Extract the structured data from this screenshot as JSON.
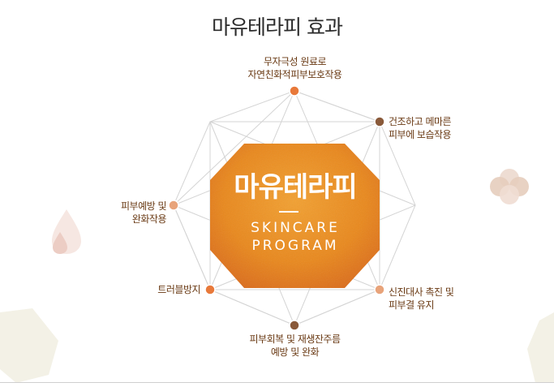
{
  "title": "마유테라피 효과",
  "center": {
    "name": "마유테라피",
    "sub_line1": "SKINCARE",
    "sub_line2": "PROGRAM"
  },
  "effects": [
    {
      "line1": "무자극성 원료로",
      "line2": "자연친화적피부보호작용",
      "dot_color": "#e8793a"
    },
    {
      "line1": "건조하고 메마른",
      "line2": "피부에 보습작용",
      "dot_color": "#8a5a3a"
    },
    {
      "line1": "신진대사 촉진 및",
      "line2": "피부결 유지",
      "dot_color": "#e8a37a"
    },
    {
      "line1": "피부회복 및 재생잔주름",
      "line2": "예방 및 완화",
      "dot_color": "#8a5a3a"
    },
    {
      "line1": "트러블방지",
      "line2": "",
      "dot_color": "#e8793a"
    },
    {
      "line1": "피부예방 및",
      "line2": "완화작용",
      "dot_color": "#e8a37a"
    }
  ],
  "colors": {
    "octagon": "#e8881c",
    "grid_line": "#d6d6d6",
    "label_text": "#6a3a14"
  }
}
